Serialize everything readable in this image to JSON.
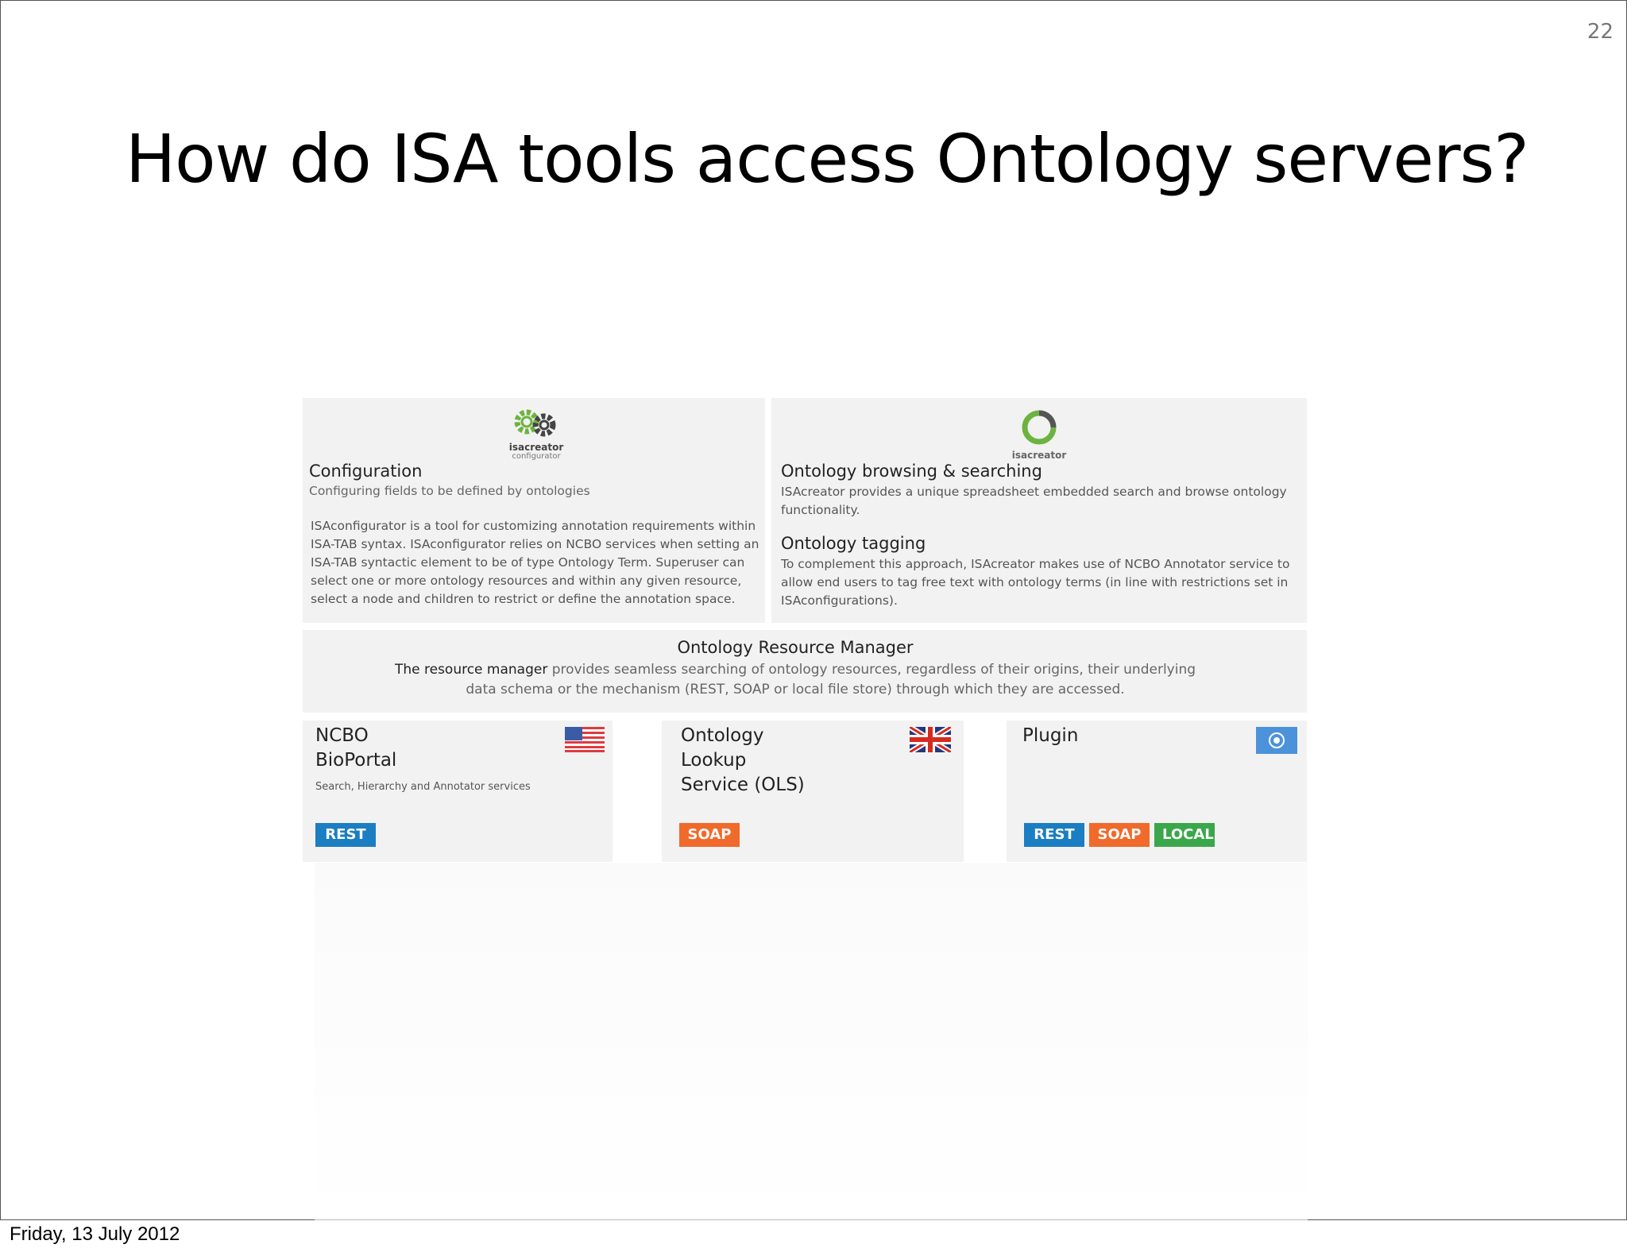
{
  "page_number": "22",
  "title": "How do ISA tools access Ontology servers?",
  "footer_date": "Friday, 13 July 2012",
  "colors": {
    "rest": "#1b7dc2",
    "soap": "#f06a2b",
    "local": "#3aa74a",
    "panel": "#f2f2f2"
  },
  "configuration": {
    "logo_name": "isacreator",
    "logo_sub": "configurator",
    "heading": "Configuration",
    "subheading": "Configuring fields to be defined by ontologies",
    "body": [
      "ISAconfigurator is a tool for customizing annotation requirements within",
      "ISA-TAB syntax. ISAconfigurator relies on NCBO services when setting an",
      "ISA-TAB syntactic element to be of type Ontology Term. Superuser can",
      "select one or more ontology resources and within any given resource,",
      "select a node and children to restrict or define the annotation space."
    ]
  },
  "isacreator": {
    "logo_name": "isacreator",
    "browsing_heading": "Ontology browsing & searching",
    "browsing_body": [
      "ISAcreator provides a unique spreadsheet embedded search and browse ontology",
      "functionality."
    ],
    "tagging_heading": "Ontology tagging",
    "tagging_body": [
      "To complement this approach, ISAcreator makes use of NCBO Annotator service to",
      "allow end users to tag free text with ontology terms (in line with restrictions set in",
      "ISAconfigurations)."
    ]
  },
  "resource_manager": {
    "heading": "Ontology Resource Manager",
    "bold_lead": "The resource manager",
    "line1_rest": " provides seamless searching of ontology resources, regardless of their origins, their underlying",
    "line2": "data schema or the mechanism (REST, SOAP or local file store) through which they are accessed."
  },
  "services": {
    "ncbo": {
      "name_lines": [
        "NCBO",
        "BioPortal"
      ],
      "desc": "Search, Hierarchy and Annotator services",
      "flag": "us-flag-icon",
      "badges": [
        "REST"
      ]
    },
    "ols": {
      "name_lines": [
        "Ontology",
        "Lookup",
        "Service (OLS)"
      ],
      "flag": "uk-flag-icon",
      "badges": [
        "SOAP"
      ]
    },
    "plugin": {
      "name": "Plugin",
      "flag": "un-flag-icon",
      "badges": [
        "REST",
        "SOAP",
        "LOCAL"
      ]
    }
  }
}
